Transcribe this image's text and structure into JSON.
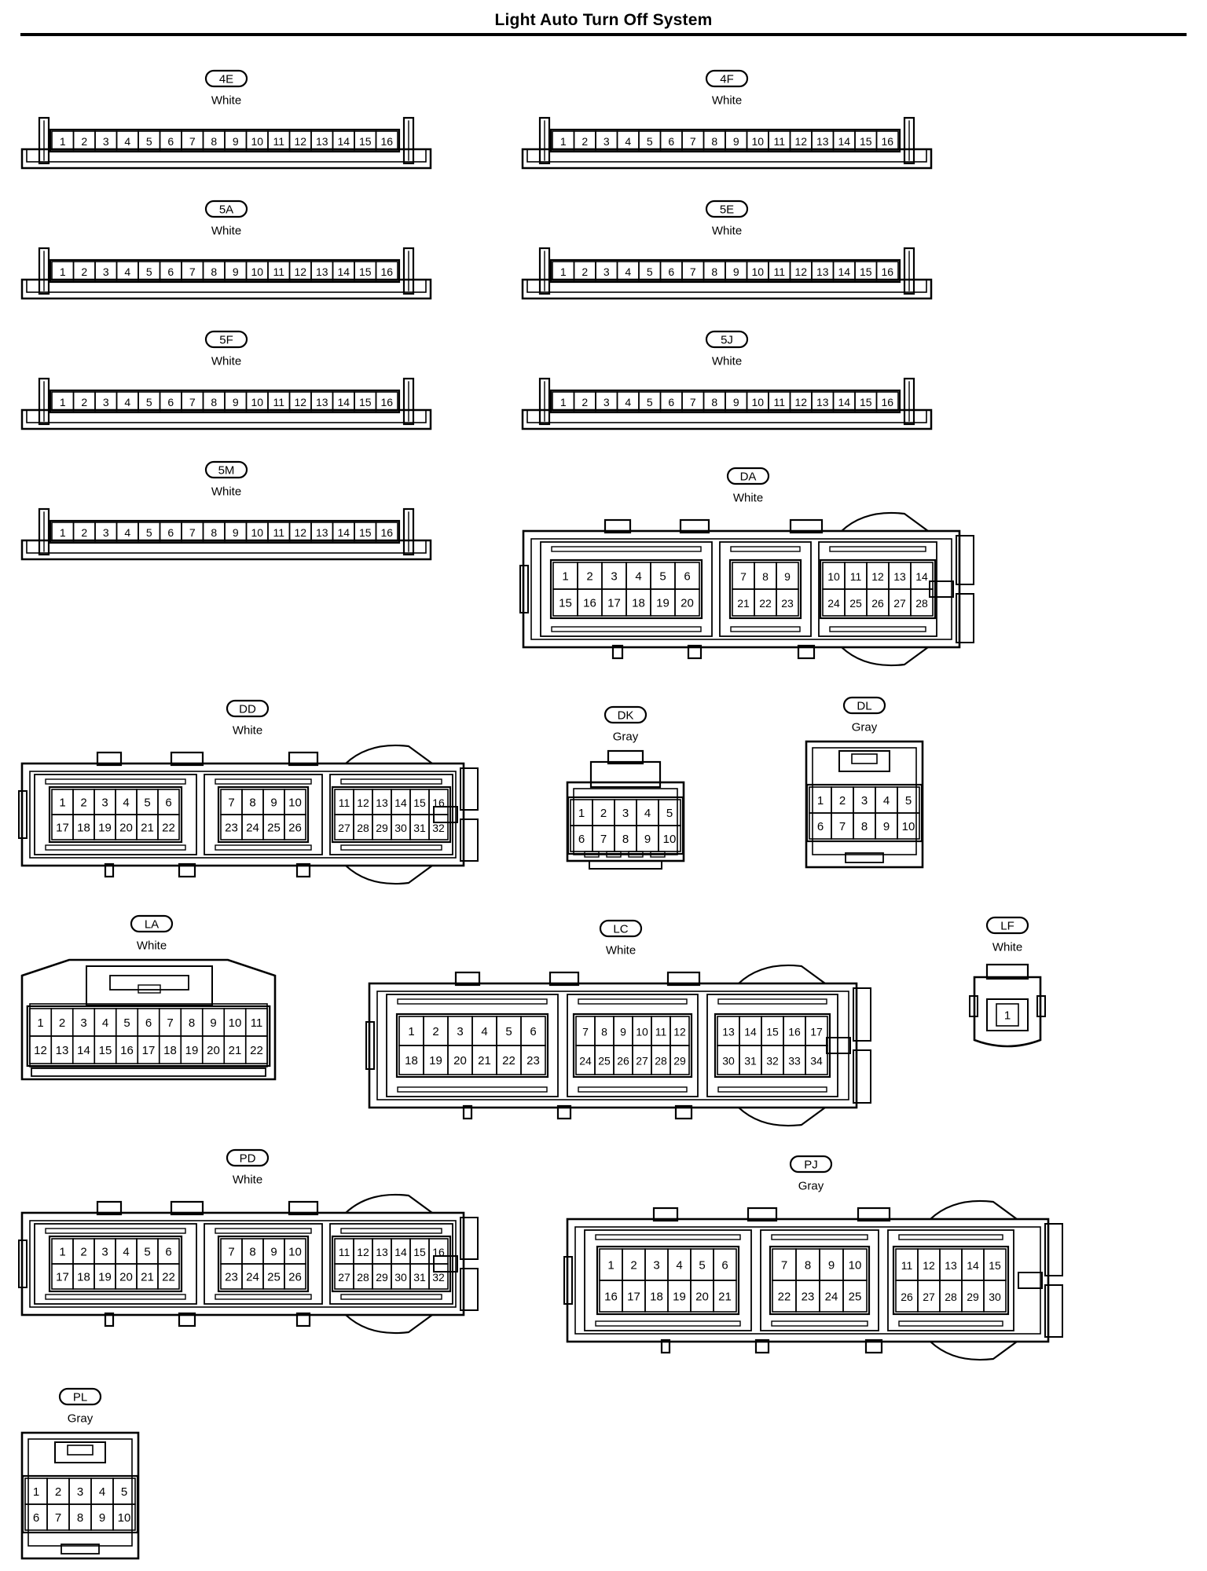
{
  "page": {
    "title": "Light Auto Turn Off System"
  },
  "connectors": [
    {
      "id": "4E",
      "color": "White",
      "type": "strip16",
      "pins": [
        "1",
        "2",
        "3",
        "4",
        "5",
        "6",
        "7",
        "8",
        "9",
        "10",
        "11",
        "12",
        "13",
        "14",
        "15",
        "16"
      ]
    },
    {
      "id": "4F",
      "color": "White",
      "type": "strip16",
      "pins": [
        "1",
        "2",
        "3",
        "4",
        "5",
        "6",
        "7",
        "8",
        "9",
        "10",
        "11",
        "12",
        "13",
        "14",
        "15",
        "16"
      ]
    },
    {
      "id": "5A",
      "color": "White",
      "type": "strip16",
      "pins": [
        "1",
        "2",
        "3",
        "4",
        "5",
        "6",
        "7",
        "8",
        "9",
        "10",
        "11",
        "12",
        "13",
        "14",
        "15",
        "16"
      ]
    },
    {
      "id": "5E",
      "color": "White",
      "type": "strip16",
      "pins": [
        "1",
        "2",
        "3",
        "4",
        "5",
        "6",
        "7",
        "8",
        "9",
        "10",
        "11",
        "12",
        "13",
        "14",
        "15",
        "16"
      ]
    },
    {
      "id": "5F",
      "color": "White",
      "type": "strip16",
      "pins": [
        "1",
        "2",
        "3",
        "4",
        "5",
        "6",
        "7",
        "8",
        "9",
        "10",
        "11",
        "12",
        "13",
        "14",
        "15",
        "16"
      ]
    },
    {
      "id": "5J",
      "color": "White",
      "type": "strip16",
      "pins": [
        "1",
        "2",
        "3",
        "4",
        "5",
        "6",
        "7",
        "8",
        "9",
        "10",
        "11",
        "12",
        "13",
        "14",
        "15",
        "16"
      ]
    },
    {
      "id": "5M",
      "color": "White",
      "type": "strip16",
      "pins": [
        "1",
        "2",
        "3",
        "4",
        "5",
        "6",
        "7",
        "8",
        "9",
        "10",
        "11",
        "12",
        "13",
        "14",
        "15",
        "16"
      ]
    },
    {
      "id": "DA",
      "color": "White",
      "type": "ecu",
      "groups": [
        {
          "rows": [
            [
              "1",
              "2",
              "3",
              "4",
              "5",
              "6"
            ],
            [
              "15",
              "16",
              "17",
              "18",
              "19",
              "20"
            ]
          ]
        },
        {
          "rows": [
            [
              "7",
              "8",
              "9"
            ],
            [
              "21",
              "22",
              "23"
            ]
          ]
        },
        {
          "rows": [
            [
              "10",
              "11",
              "12",
              "13",
              "14"
            ],
            [
              "24",
              "25",
              "26",
              "27",
              "28"
            ]
          ]
        }
      ]
    },
    {
      "id": "DD",
      "color": "White",
      "type": "ecu",
      "groups": [
        {
          "rows": [
            [
              "1",
              "2",
              "3",
              "4",
              "5",
              "6"
            ],
            [
              "17",
              "18",
              "19",
              "20",
              "21",
              "22"
            ]
          ]
        },
        {
          "rows": [
            [
              "7",
              "8",
              "9",
              "10"
            ],
            [
              "23",
              "24",
              "25",
              "26"
            ]
          ]
        },
        {
          "rows": [
            [
              "11",
              "12",
              "13",
              "14",
              "15",
              "16"
            ],
            [
              "27",
              "28",
              "29",
              "30",
              "31",
              "32"
            ]
          ]
        }
      ]
    },
    {
      "id": "DK",
      "color": "Gray",
      "type": "box10",
      "pins": [
        [
          "1",
          "2",
          "3",
          "4",
          "5"
        ],
        [
          "6",
          "7",
          "8",
          "9",
          "10"
        ]
      ]
    },
    {
      "id": "DL",
      "color": "Gray",
      "type": "box10",
      "pins": [
        [
          "1",
          "2",
          "3",
          "4",
          "5"
        ],
        [
          "6",
          "7",
          "8",
          "9",
          "10"
        ]
      ]
    },
    {
      "id": "LA",
      "color": "White",
      "type": "box22",
      "pins": [
        [
          "1",
          "2",
          "3",
          "4",
          "5",
          "6",
          "7",
          "8",
          "9",
          "10",
          "11"
        ],
        [
          "12",
          "13",
          "14",
          "15",
          "16",
          "17",
          "18",
          "19",
          "20",
          "21",
          "22"
        ]
      ]
    },
    {
      "id": "LC",
      "color": "White",
      "type": "ecu",
      "groups": [
        {
          "rows": [
            [
              "1",
              "2",
              "3",
              "4",
              "5",
              "6"
            ],
            [
              "18",
              "19",
              "20",
              "21",
              "22",
              "23"
            ]
          ]
        },
        {
          "rows": [
            [
              "7",
              "8",
              "9",
              "10",
              "11",
              "12"
            ],
            [
              "24",
              "25",
              "26",
              "27",
              "28",
              "29"
            ]
          ]
        },
        {
          "rows": [
            [
              "13",
              "14",
              "15",
              "16",
              "17"
            ],
            [
              "30",
              "31",
              "32",
              "33",
              "34"
            ]
          ]
        }
      ]
    },
    {
      "id": "LF",
      "color": "White",
      "type": "single",
      "pins": [
        "1"
      ]
    },
    {
      "id": "PD",
      "color": "White",
      "type": "ecu",
      "groups": [
        {
          "rows": [
            [
              "1",
              "2",
              "3",
              "4",
              "5",
              "6"
            ],
            [
              "17",
              "18",
              "19",
              "20",
              "21",
              "22"
            ]
          ]
        },
        {
          "rows": [
            [
              "7",
              "8",
              "9",
              "10"
            ],
            [
              "23",
              "24",
              "25",
              "26"
            ]
          ]
        },
        {
          "rows": [
            [
              "11",
              "12",
              "13",
              "14",
              "15",
              "16"
            ],
            [
              "27",
              "28",
              "29",
              "30",
              "31",
              "32"
            ]
          ]
        }
      ]
    },
    {
      "id": "PJ",
      "color": "Gray",
      "type": "ecu",
      "groups": [
        {
          "rows": [
            [
              "1",
              "2",
              "3",
              "4",
              "5",
              "6"
            ],
            [
              "16",
              "17",
              "18",
              "19",
              "20",
              "21"
            ]
          ]
        },
        {
          "rows": [
            [
              "7",
              "8",
              "9",
              "10"
            ],
            [
              "22",
              "23",
              "24",
              "25"
            ]
          ]
        },
        {
          "rows": [
            [
              "11",
              "12",
              "13",
              "14",
              "15"
            ],
            [
              "26",
              "27",
              "28",
              "29",
              "30"
            ]
          ]
        }
      ]
    },
    {
      "id": "PL",
      "color": "Gray",
      "type": "box10",
      "pins": [
        [
          "1",
          "2",
          "3",
          "4",
          "5"
        ],
        [
          "6",
          "7",
          "8",
          "9",
          "10"
        ]
      ]
    }
  ]
}
